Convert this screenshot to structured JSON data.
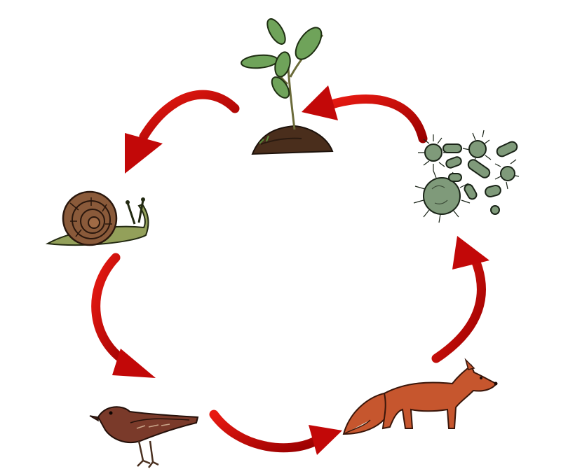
{
  "diagram": {
    "type": "food-chain-cycle",
    "nodes": [
      {
        "id": "plant",
        "icon": "plant-seedling-icon"
      },
      {
        "id": "snail",
        "icon": "snail-icon"
      },
      {
        "id": "bird",
        "icon": "bird-icon"
      },
      {
        "id": "fox",
        "icon": "fox-icon"
      },
      {
        "id": "bacteria",
        "icon": "bacteria-decomposer-icon"
      }
    ],
    "edges": [
      {
        "from": "plant",
        "to": "snail"
      },
      {
        "from": "snail",
        "to": "bird"
      },
      {
        "from": "bird",
        "to": "fox"
      },
      {
        "from": "fox",
        "to": "bacteria"
      },
      {
        "from": "bacteria",
        "to": "plant"
      }
    ],
    "colors": {
      "arrow": "#d10a0a",
      "arrow_dark": "#8c0000",
      "leaf": "#6fa35a",
      "soil": "#4a2e1c",
      "snail_shell": "#8a5a3a",
      "snail_body": "#93a05a",
      "bird": "#7a3a2a",
      "fox": "#c6562e",
      "bacteria": "#7f9a7a"
    }
  }
}
